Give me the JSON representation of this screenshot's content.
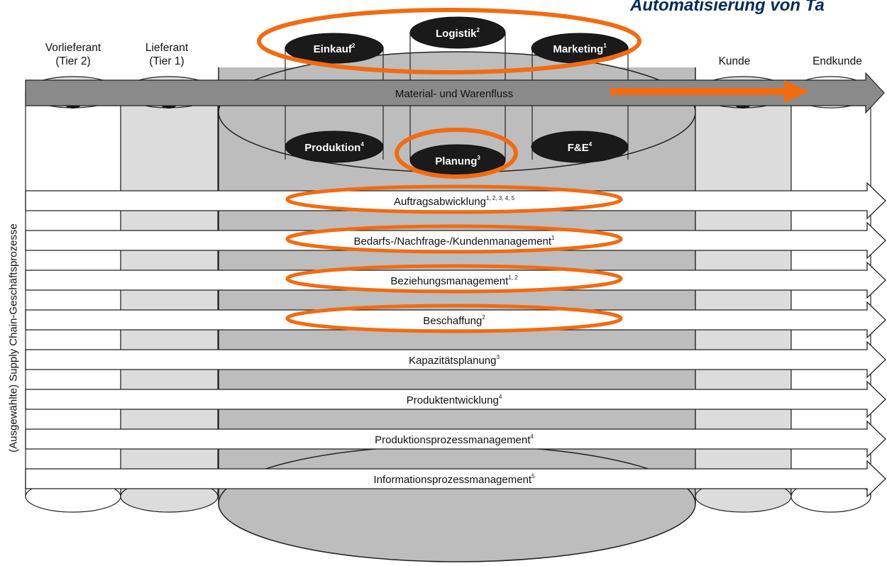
{
  "top_title": "Automatisierung von Ta",
  "columns": {
    "tier2": {
      "line1": "Vorlieferant",
      "line2": "(Tier 2)"
    },
    "tier1": {
      "line1": "Lieferant",
      "line2": "(Tier 1)"
    },
    "kunde": "Kunde",
    "endkunde": "Endkunde"
  },
  "functions": {
    "einkauf": {
      "label": "Einkauf",
      "sup": "2"
    },
    "logistik": {
      "label": "Logistik",
      "sup": "2"
    },
    "marketing": {
      "label": "Marketing",
      "sup": "1"
    },
    "produktion": {
      "label": "Produktion",
      "sup": "4"
    },
    "planung": {
      "label": "Planung",
      "sup": "3"
    },
    "fue": {
      "label": "F&E",
      "sup": "4"
    }
  },
  "material_flow": "Material- und Warenfluss",
  "side_label": "(Ausgewählte) Supply Chain-Geschäftsprozesse",
  "processes": [
    {
      "label": "Auftragsabwicklung",
      "sup": "1, 2, 3, 4, 5",
      "highlighted": true
    },
    {
      "label": "Bedarfs-/Nachfrage-/Kundenmanagement",
      "sup": "1",
      "highlighted": true
    },
    {
      "label": "Beziehungsmanagement",
      "sup": "1, 2",
      "highlighted": true
    },
    {
      "label": "Beschaffung",
      "sup": "2",
      "highlighted": true
    },
    {
      "label": "Kapazitätsplanung",
      "sup": "3",
      "highlighted": false
    },
    {
      "label": "Produktentwicklung",
      "sup": "4",
      "highlighted": false
    },
    {
      "label": "Produktionsprozessmanagement",
      "sup": "4",
      "highlighted": false
    },
    {
      "label": "Informationsprozessmanagement",
      "sup": "5",
      "highlighted": false
    }
  ],
  "colors": {
    "highlight": "#f26b10",
    "title": "#002b5c",
    "cylinder_dark": "#1a1a1a",
    "center_fill": "#bdbdbd",
    "side_fill": "#dcdcdc",
    "flow_fill": "#8a8a8a"
  }
}
